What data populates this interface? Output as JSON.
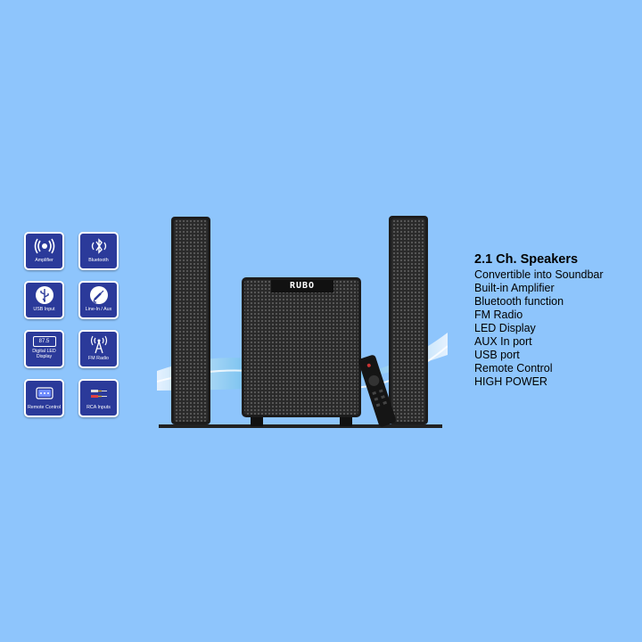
{
  "features": [
    {
      "label": "Amplifier",
      "icon": "amplifier-icon"
    },
    {
      "label": "Bluetooth",
      "icon": "bluetooth-icon"
    },
    {
      "label": "USB Input",
      "icon": "usb-icon"
    },
    {
      "label": "Line-In / Aux",
      "icon": "aux-cable-icon"
    },
    {
      "label": "Digital LED Display",
      "icon": "led-display-icon",
      "display_value": "87.5"
    },
    {
      "label": "FM Radio",
      "icon": "radio-tower-icon"
    },
    {
      "label": "Remote Control",
      "icon": "remote-control-icon"
    },
    {
      "label": "RCA Inputs",
      "icon": "rca-cable-icon"
    }
  ],
  "product": {
    "brand_display": "RUBO"
  },
  "specs": {
    "title": "2.1 Ch. Speakers",
    "items": [
      "Convertible into Soundbar",
      "Built-in Amplifier",
      "Bluetooth function",
      "FM Radio",
      "LED Display",
      "AUX In port",
      "USB port",
      "Remote Control",
      "HIGH POWER"
    ]
  },
  "colors": {
    "background": "#8ec5fc",
    "tile": "#2b3a9a",
    "speaker": "#2e2e2e",
    "accent_wave": "#1e9be0"
  }
}
